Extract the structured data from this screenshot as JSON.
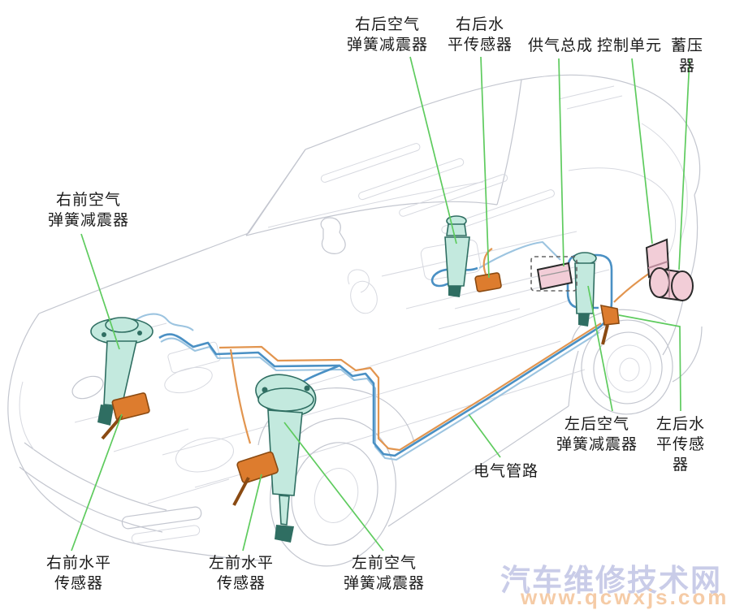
{
  "diagram": {
    "title_context": "air suspension system component layout",
    "labels": {
      "rr_air_spring": "右后空气\n弹簧减震器",
      "rr_level_sensor": "右后水\n平传感器",
      "air_supply": "供气总成",
      "control_unit": "控制单元",
      "accumulator": "蓄压器",
      "rf_air_spring": "右前空气\n弹簧减震器",
      "lr_air_spring": "左后空气\n弹簧减震器",
      "lr_level_sensor": "左后水\n平传感器",
      "electric_line": "电气管路",
      "rf_level_sensor": "右前水平\n传感器",
      "lf_level_sensor": "左前水平\n传感器",
      "lf_air_spring": "左前空气\n弹簧减震器"
    },
    "watermark": {
      "title": "汽车维修技术网",
      "url": "www.qcwxjs.com"
    }
  },
  "colors": {
    "leader_line": "#5ecb5e",
    "damper_fill": "#c3e9de",
    "damper_stroke": "#2f6e62",
    "sensor_fill": "#dd7c2e",
    "sensor_stroke": "#8a4a12",
    "component_fill": "#f2cdd7",
    "component_stroke": "#2a2a2a",
    "pneumatic_line": "#4a90c4",
    "pneumatic_line_light": "#9cc4e0",
    "electric_wire": "#e2954f",
    "car_line": "#c3c6cf",
    "car_line_light": "#d7d9e0",
    "label_text": "#1a1a1a",
    "watermark_title": "#c9cce8",
    "watermark_url": "#f5cba6"
  }
}
